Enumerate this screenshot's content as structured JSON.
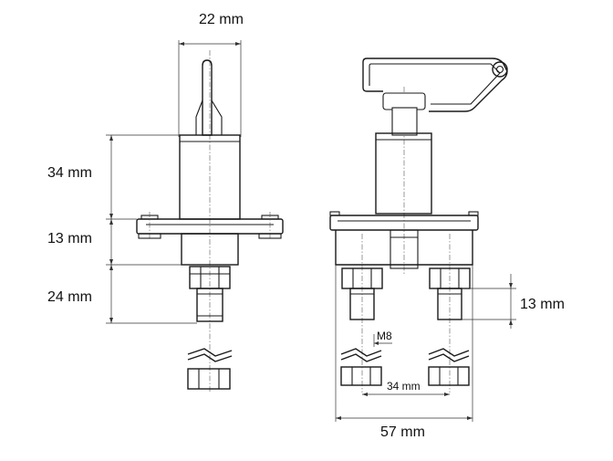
{
  "dimensions": {
    "top_width": "22 mm",
    "upper_height": "34 mm",
    "flange_height": "13 mm",
    "lower_height": "24 mm",
    "terminal_height": "13 mm",
    "thread": "M8",
    "terminal_spacing": "34 mm",
    "overall_width": "57 mm"
  }
}
